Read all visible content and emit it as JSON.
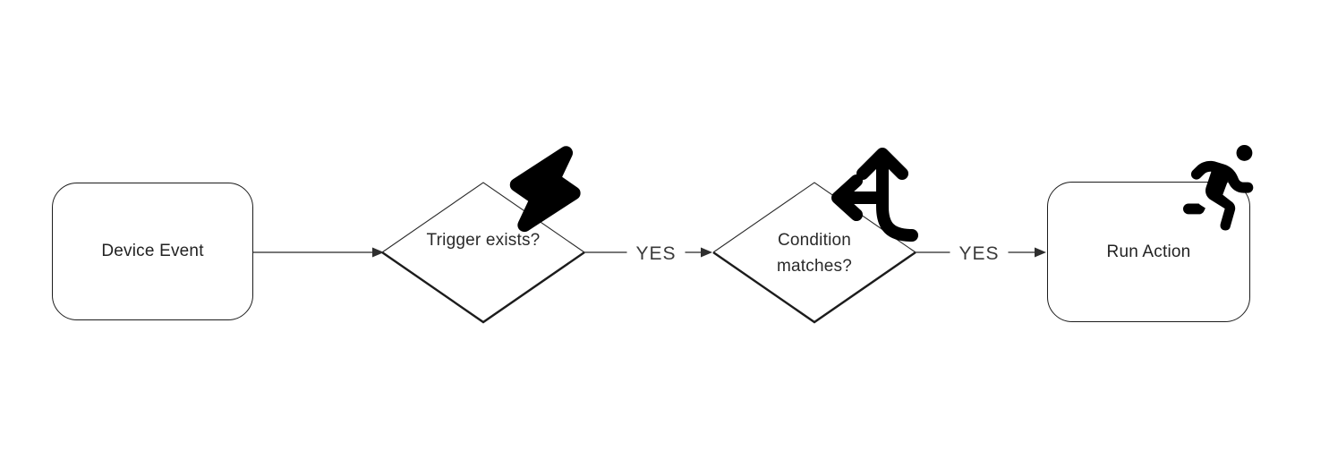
{
  "diagram": {
    "nodes": {
      "device_event": {
        "label": "Device Event",
        "type": "rounded-rectangle"
      },
      "trigger_exists": {
        "label": "Trigger exists?",
        "type": "decision-diamond",
        "icon": "lightning-bolt-icon"
      },
      "condition_matches": {
        "label": "Condition matches?",
        "type": "decision-diamond",
        "icon": "directions-split-icon"
      },
      "run_action": {
        "label": "Run Action",
        "type": "rounded-rectangle",
        "icon": "person-running-icon"
      }
    },
    "edges": [
      {
        "from": "device_event",
        "to": "trigger_exists",
        "label": ""
      },
      {
        "from": "trigger_exists",
        "to": "condition_matches",
        "label": "YES"
      },
      {
        "from": "condition_matches",
        "to": "run_action",
        "label": "YES"
      }
    ],
    "colors": {
      "background": "#ffffff",
      "node_border": "#1c1c1c",
      "node_fill": "#ffffff",
      "text": "#222222",
      "connector": "#4a4a4a",
      "arrowhead": "#2e2e2e",
      "icon": "#000000"
    }
  }
}
